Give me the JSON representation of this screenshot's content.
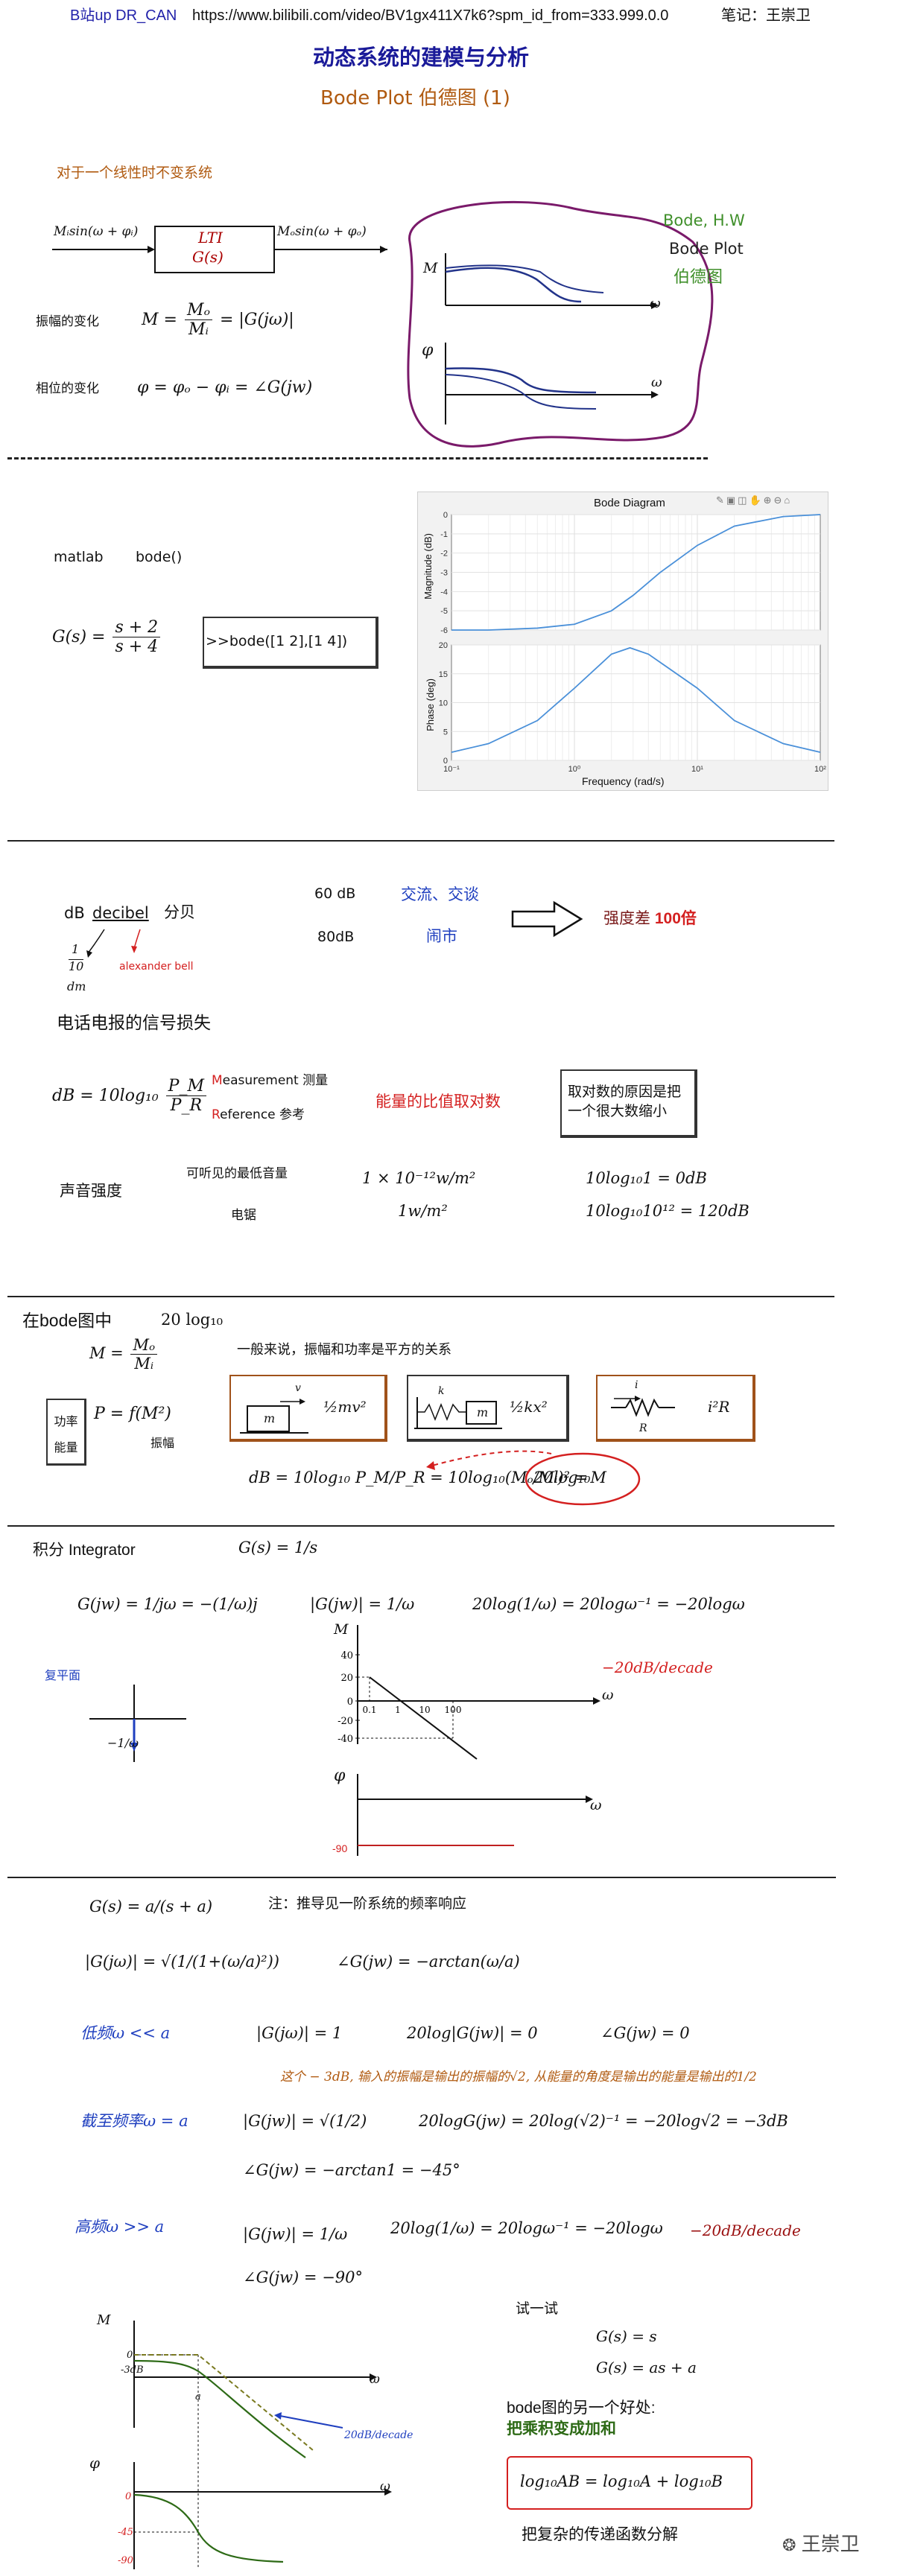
{
  "header": {
    "source_label": "B站up DR_CAN",
    "url": "https://www.bilibili.com/video/BV1gx411X7k6?spm_id_from=333.999.0.0",
    "note_author": "笔记：王崇卫",
    "title": "动态系统的建模与分析",
    "subtitle": "Bode Plot  伯德图 (1)"
  },
  "section1": {
    "intro": "对于一个线性时不变系统",
    "input_signal": "Mᵢsin(ω + φᵢ)",
    "system_block_line1": "LTI",
    "system_block_line2": "G(s)",
    "output_signal": "Mₒsin(ω + φₒ)",
    "amp_label": "振幅的变化",
    "amp_formula": "M = Mₒ/Mᵢ = |G(jω)|",
    "amp_lhs": "M =",
    "amp_num": "Mₒ",
    "amp_den": "Mᵢ",
    "amp_rhs": "= |G(jω)|",
    "phase_label": "相位的变化",
    "phase_formula": "φ = φₒ − φᵢ = ∠G(jw)",
    "sketch_m_label": "M",
    "sketch_phi_label": "φ",
    "sketch_w_label": "ω",
    "bode_names": [
      "Bode, H.W",
      "Bode Plot",
      "伯德图"
    ]
  },
  "section2": {
    "matlab_label": "matlab",
    "bode_fn": "bode()",
    "transfer_lhs": "G(s) =",
    "transfer_num": "s + 2",
    "transfer_den": "s + 4",
    "command": ">>bode([1 2],[1 4])",
    "figure": {
      "toolbar_icons": [
        "edit-icon",
        "save-icon",
        "data-icon",
        "pan-icon",
        "zoom-in-icon",
        "zoom-out-icon",
        "home-icon"
      ],
      "title": "Bode Diagram",
      "mag_ylabel": "Magnitude (dB)",
      "phase_ylabel": "Phase (deg)",
      "xlabel": "Frequency  (rad/s)",
      "mag_ticks": [
        "0",
        "-1",
        "-2",
        "-3",
        "-4",
        "-5",
        "-6"
      ],
      "phase_ticks": [
        "20",
        "15",
        "10",
        "5",
        "0"
      ],
      "x_ticks": [
        "10⁻¹",
        "10⁰",
        "10¹",
        "10²"
      ]
    }
  },
  "chart_data": [
    {
      "type": "line",
      "title": "Bode Diagram",
      "ylabel": "Magnitude (dB)",
      "xscale": "log",
      "xlim": [
        0.1,
        100
      ],
      "ylim": [
        -6,
        0
      ],
      "x": [
        0.1,
        0.2,
        0.5,
        1,
        2,
        3,
        5,
        10,
        20,
        50,
        100
      ],
      "series": [
        {
          "values": [
            -6.0,
            -6.0,
            -5.9,
            -5.7,
            -5.0,
            -4.2,
            -3.0,
            -1.6,
            -0.6,
            -0.1,
            0.0
          ]
        }
      ]
    },
    {
      "type": "line",
      "ylabel": "Phase (deg)",
      "xlabel": "Frequency  (rad/s)",
      "xscale": "log",
      "xlim": [
        0.1,
        100
      ],
      "ylim": [
        0,
        20
      ],
      "x": [
        0.1,
        0.2,
        0.5,
        1,
        2,
        2.83,
        4,
        10,
        20,
        50,
        100
      ],
      "series": [
        {
          "values": [
            1.4,
            2.9,
            6.9,
            12.5,
            18.4,
            19.5,
            18.4,
            12.5,
            6.9,
            2.9,
            1.4
          ]
        }
      ]
    }
  ],
  "section3": {
    "db_word": "dB",
    "decibel": "decibel",
    "fenbei": "分贝",
    "tenth": "1",
    "tenth_den": "10",
    "dm": "dm",
    "bell": "alexander bell",
    "sixty_db": "60 dB",
    "eighty_db": "80dB",
    "jiaoliu": "交流、交谈",
    "naoshi": "闹市",
    "intensity": "强度差",
    "times": "100倍",
    "telegraph": "电话电报的信号损失",
    "db_formula_lhs": "dB = 10log₁₀",
    "db_num": "P_M",
    "db_den": "P_R",
    "measure_m": "M",
    "measure_rest": "easurement  测量",
    "reference_r": "R",
    "reference_rest": "eference  参考",
    "ratio_note": "能量的比值取对数",
    "log_reason": "取对数的原因是把一个很大数缩小",
    "sound": "声音强度",
    "audible": "可听见的最低音量",
    "saw": "电锯",
    "audible_val": "1 × 10⁻¹²w/m²",
    "saw_val": "1w/m²",
    "audible_db": "10log₁₀1 = 0dB",
    "saw_db": "10log₁₀10¹² = 120dB"
  },
  "section4": {
    "in_bode": "在bode图中",
    "twenty_log": "20 log₁₀",
    "m_def_lhs": "M =",
    "m_num": "Mₒ",
    "m_den": "Mᵢ",
    "general": "一般来说，振幅和功率是平方的关系",
    "power_label": "功率",
    "energy_label": "能量",
    "p_formula": "P = f(M²)",
    "amp_label": "振幅",
    "box1_mass": "m",
    "box1_v": "v",
    "box1_formula": "½mv²",
    "box2_k": "k",
    "box2_mass": "m",
    "box2_formula": "½kx²",
    "box3_i": "i",
    "box3_r": "R",
    "box3_formula": "i²R",
    "chain": "dB = 10log₁₀ P_M/P_R = 10log₁₀(Mₒ/Mᵢ)² =",
    "chain_result": "20log₁₀M"
  },
  "section5": {
    "integrator": "积分  Integrator",
    "g_def": "G(s) = 1/s",
    "gjw": "G(jw) = 1/jω = −(1/ω)j",
    "mag": "|G(jw)| = 1/ω",
    "log": "20log(1/ω) = 20logω⁻¹ = −20logω",
    "plane": "复平面",
    "plane_point": "−1/ω",
    "slope": "−20dB/decade",
    "m_axis": "M",
    "phi_axis": "φ",
    "w_axis": "ω",
    "m_ticks": [
      "40",
      "20",
      "0",
      "-20",
      "-40"
    ],
    "w_ticks": [
      "0.1",
      "1",
      "10",
      "100"
    ],
    "phase_val": "-90"
  },
  "section6": {
    "g_def": "G(s) = a/(s + a)",
    "note": "注：推导见一阶系统的频率响应",
    "mag_formula": "|G(jω)| = √(1/(1+(ω/a)²))",
    "phase_formula": "∠G(jw) = −arctan(ω/a)",
    "low": "低频ω << a",
    "low_mag": "|G(jω)| = 1",
    "low_db": "20log|G(jw)| = 0",
    "low_phase": "∠G(jw) = 0",
    "minus3_note": "这个 − 3dB, 输入的振幅是输出的振幅的√2, 从能量的角度是输出的能量是输出的1/2",
    "cutoff": "截至频率ω = a",
    "cut_mag": "|G(jw)| = √(1/2)",
    "cut_db": "20logG(jw) = 20log(√2)⁻¹ = −20log√2 = −3dB",
    "cut_phase": "∠G(jw) = −arctan1 = −45°",
    "high": "高频ω >> a",
    "high_mag": "|G(jw)| = 1/ω",
    "high_db": "20log(1/ω) = 20logω⁻¹ = −20logω",
    "high_slope": "−20dB/decade",
    "high_phase": "∠G(jw) = −90°",
    "try": "试一试",
    "try1": "G(s) = s",
    "try2": "G(s) = as + a",
    "another": "bode图的另一个好处:",
    "mult_to_add": "把乘积变成加和",
    "log_rule": "log₁₀AB = log₁₀A + log₁₀B",
    "decompose": "把复杂的传递函数分解",
    "sketch_m": "M",
    "sketch_zero": "0",
    "sketch_3db": "-3dB",
    "sketch_a": "a",
    "sketch_slope": "20dB/decade",
    "sketch_phi": "φ",
    "sketch_phase_ticks": [
      "0",
      "-45",
      "-90"
    ],
    "sketch_w": "ω",
    "watermark": "王崇卫"
  },
  "colors": {
    "blue": "#1f3fbf",
    "red": "#d42020",
    "brown": "#b05a10",
    "green": "#3f8f2a",
    "purple": "#7a1a6a",
    "matlab_line": "#4a90d9"
  }
}
